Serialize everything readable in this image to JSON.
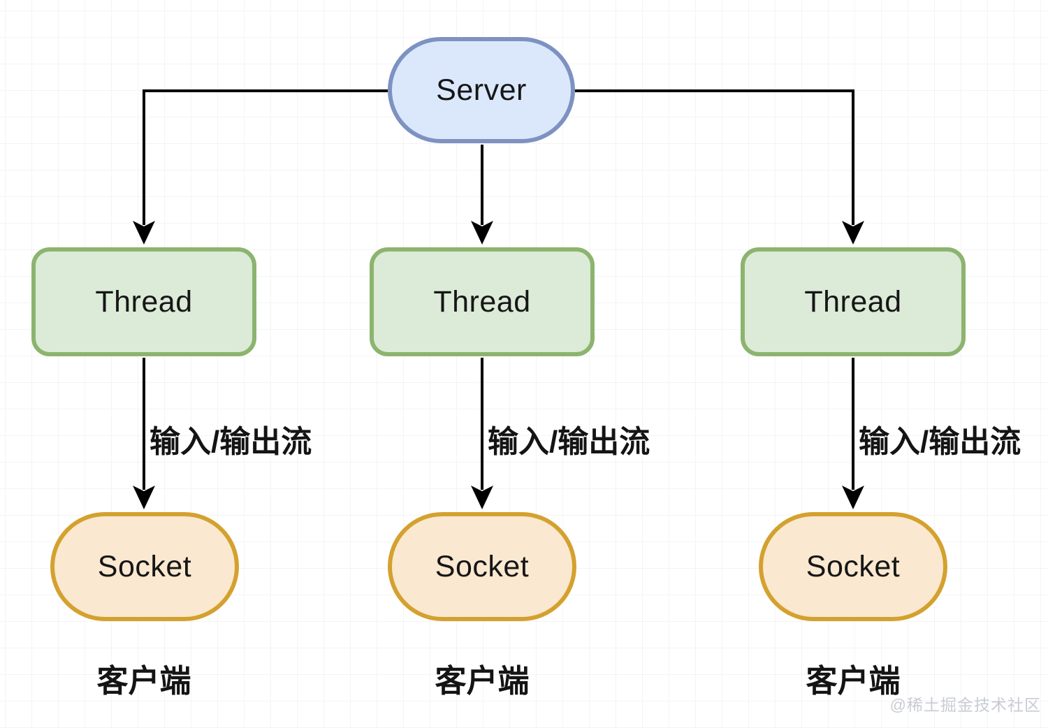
{
  "diagram": {
    "server": {
      "label": "Server"
    },
    "columns": [
      {
        "thread_label": "Thread",
        "edge_label": "输入/输出流",
        "socket_label": "Socket",
        "caption": "客户端"
      },
      {
        "thread_label": "Thread",
        "edge_label": "输入/输出流",
        "socket_label": "Socket",
        "caption": "客户端"
      },
      {
        "thread_label": "Thread",
        "edge_label": "输入/输出流",
        "socket_label": "Socket",
        "caption": "客户端"
      }
    ],
    "watermark": "@稀土掘金技术社区",
    "colors": {
      "server_fill": "#dbe8fb",
      "server_stroke": "#7d92c1",
      "thread_fill": "#dcead8",
      "thread_stroke": "#8cb46e",
      "socket_fill": "#fae8d0",
      "socket_stroke": "#d4a12f",
      "connector": "#000000",
      "watermark": "#c8ccd2"
    }
  }
}
